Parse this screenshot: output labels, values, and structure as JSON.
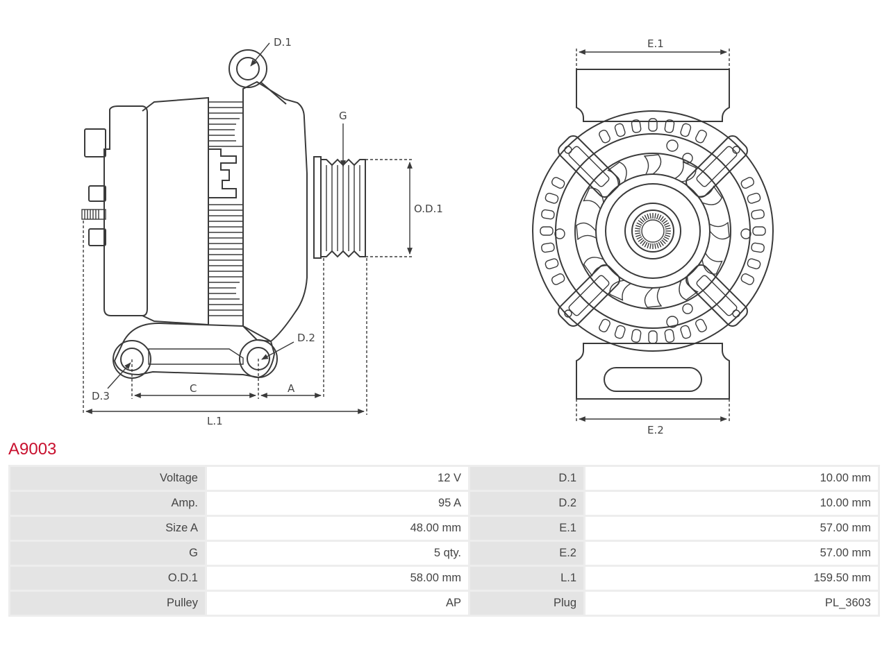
{
  "diagram": {
    "labels": {
      "d1": "D.1",
      "d2": "D.2",
      "d3": "D.3",
      "g": "G",
      "od1": "O.D.1",
      "c": "C",
      "a": "A",
      "l1": "L.1",
      "e1": "E.1",
      "e2": "E.2"
    }
  },
  "part": {
    "number": "A9003"
  },
  "specs": {
    "rows": [
      {
        "left_label": "Voltage",
        "left_value": "12 V",
        "right_label": "D.1",
        "right_value": "10.00 mm"
      },
      {
        "left_label": "Amp.",
        "left_value": "95 A",
        "right_label": "D.2",
        "right_value": "10.00 mm"
      },
      {
        "left_label": "Size A",
        "left_value": "48.00 mm",
        "right_label": "E.1",
        "right_value": "57.00 mm"
      },
      {
        "left_label": "G",
        "left_value": "5 qty.",
        "right_label": "E.2",
        "right_value": "57.00 mm"
      },
      {
        "left_label": "O.D.1",
        "left_value": "58.00 mm",
        "right_label": "L.1",
        "right_value": "159.50 mm"
      },
      {
        "left_label": "Pulley",
        "left_value": "AP",
        "right_label": "Plug",
        "right_value": "PL_3603"
      }
    ]
  }
}
